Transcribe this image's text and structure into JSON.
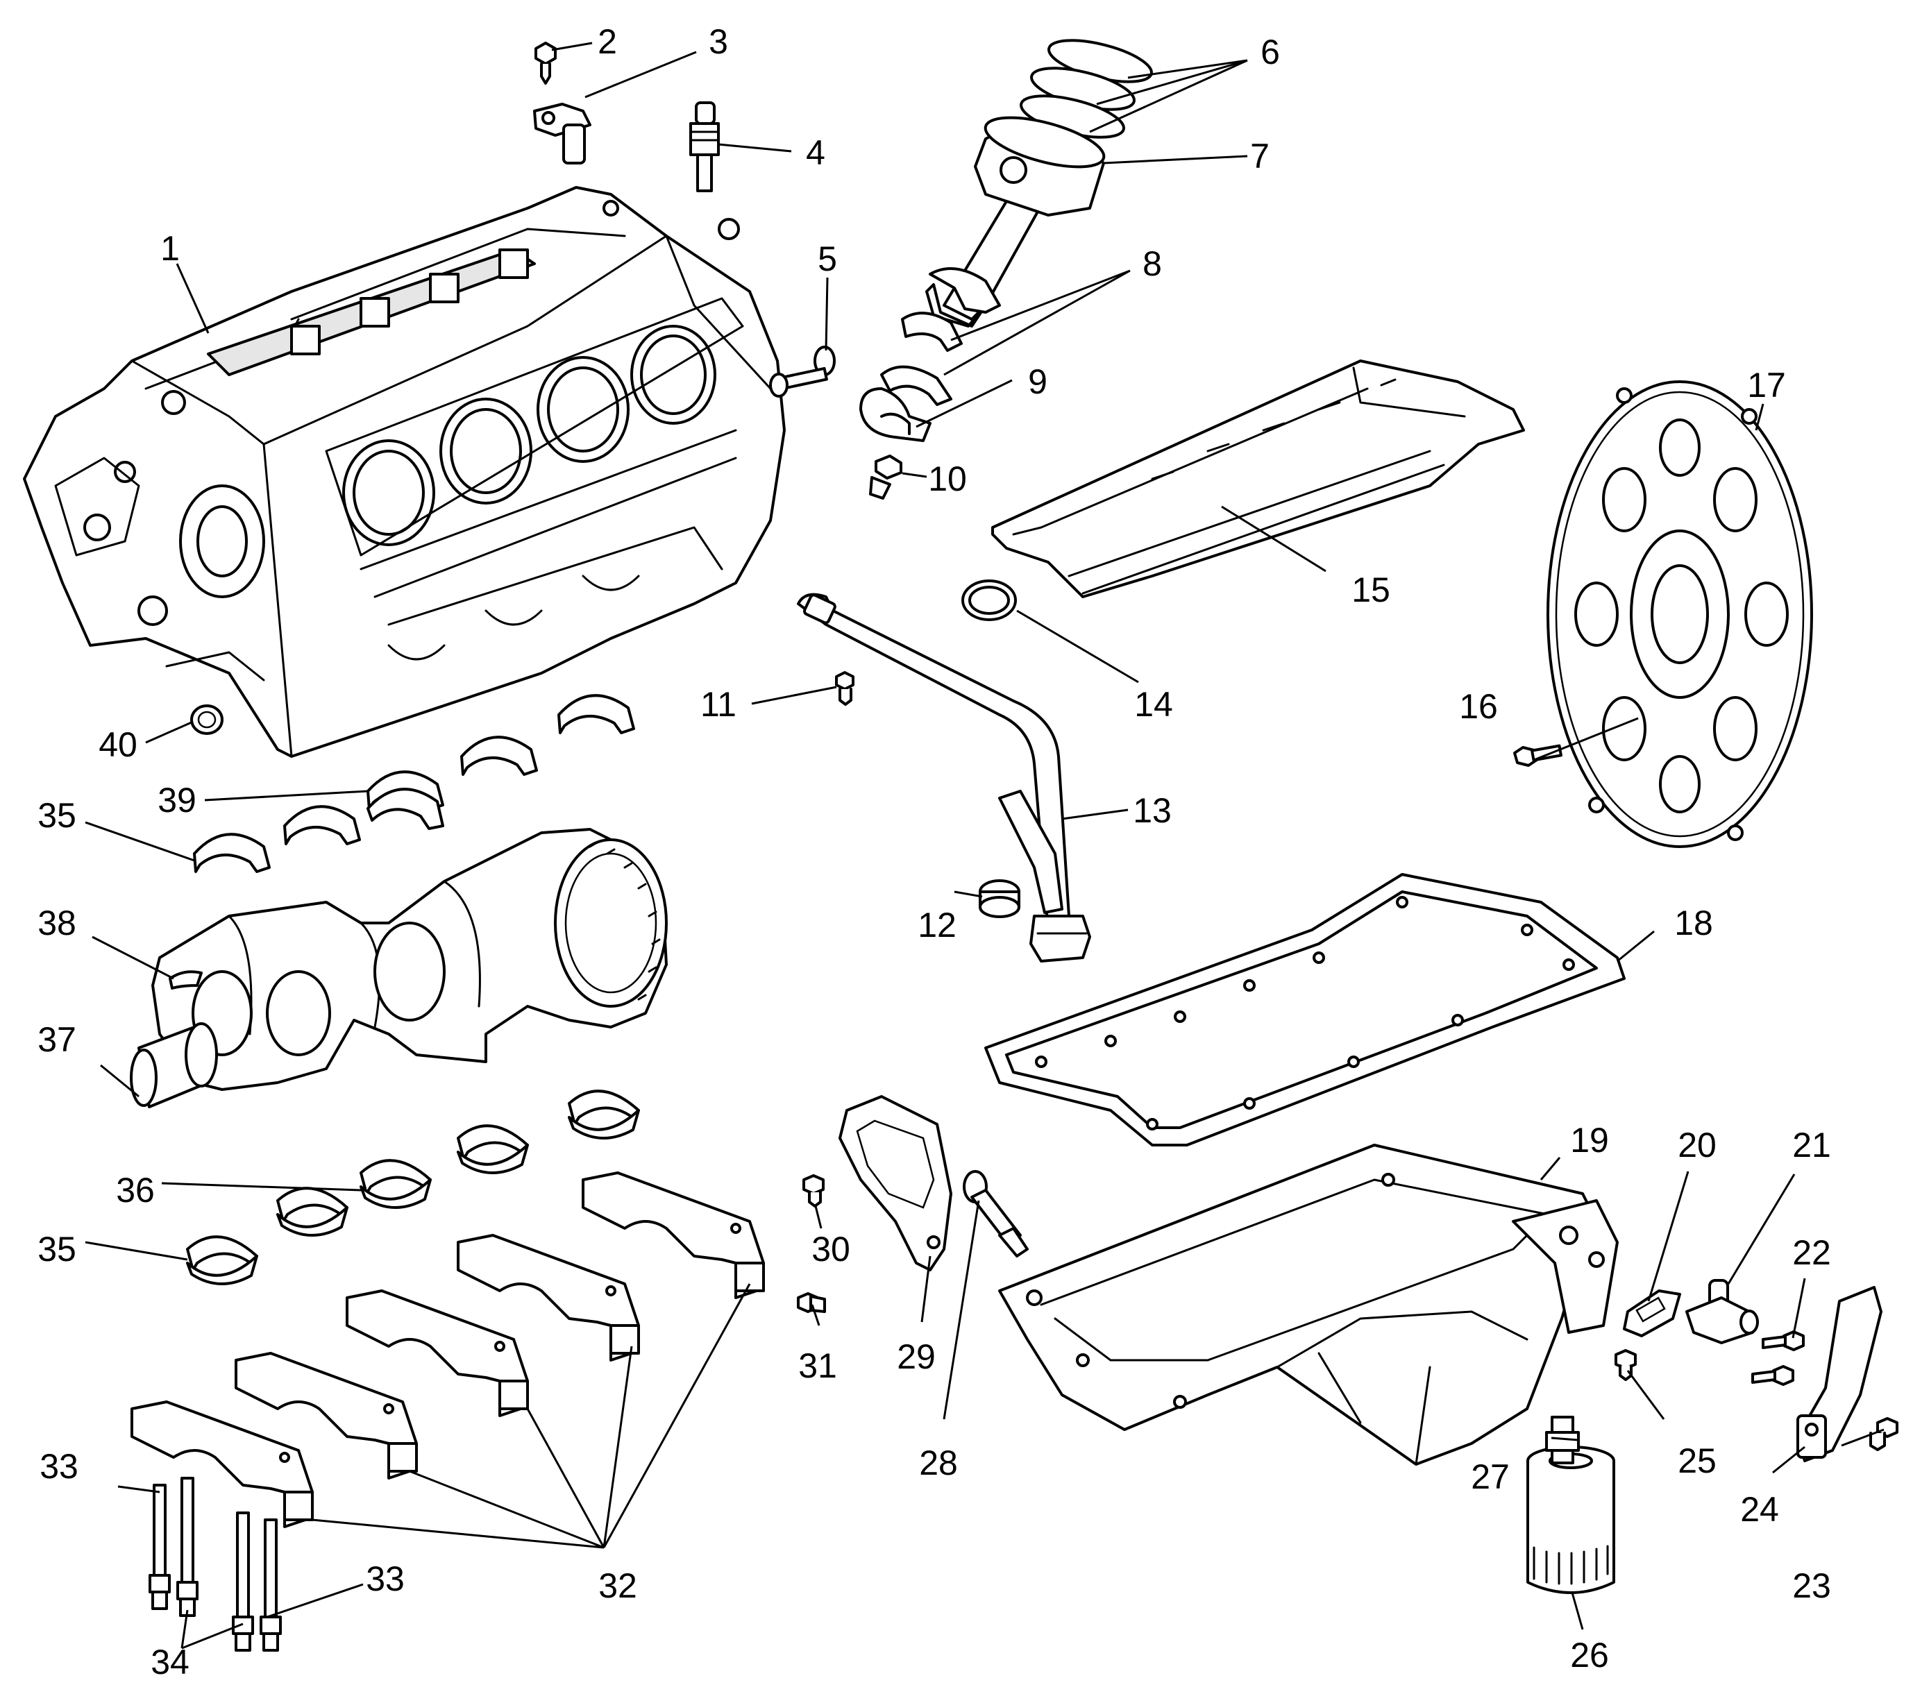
{
  "callouts": [
    {
      "id": "1",
      "text": "1"
    },
    {
      "id": "2",
      "text": "2"
    },
    {
      "id": "3",
      "text": "3"
    },
    {
      "id": "4",
      "text": "4"
    },
    {
      "id": "5",
      "text": "5"
    },
    {
      "id": "6",
      "text": "6"
    },
    {
      "id": "7",
      "text": "7"
    },
    {
      "id": "8",
      "text": "8"
    },
    {
      "id": "9",
      "text": "9"
    },
    {
      "id": "10",
      "text": "10"
    },
    {
      "id": "11",
      "text": "11"
    },
    {
      "id": "12",
      "text": "12"
    },
    {
      "id": "13",
      "text": "13"
    },
    {
      "id": "14",
      "text": "14"
    },
    {
      "id": "15",
      "text": "15"
    },
    {
      "id": "16",
      "text": "16"
    },
    {
      "id": "17",
      "text": "17"
    },
    {
      "id": "18",
      "text": "18"
    },
    {
      "id": "19",
      "text": "19"
    },
    {
      "id": "20",
      "text": "20"
    },
    {
      "id": "21",
      "text": "21"
    },
    {
      "id": "22",
      "text": "22"
    },
    {
      "id": "23",
      "text": "23"
    },
    {
      "id": "24",
      "text": "24"
    },
    {
      "id": "25",
      "text": "25"
    },
    {
      "id": "26",
      "text": "26"
    },
    {
      "id": "27",
      "text": "27"
    },
    {
      "id": "28",
      "text": "28"
    },
    {
      "id": "29",
      "text": "29"
    },
    {
      "id": "30",
      "text": "30"
    },
    {
      "id": "31",
      "text": "31"
    },
    {
      "id": "32",
      "text": "32"
    },
    {
      "id": "33a",
      "text": "33"
    },
    {
      "id": "33b",
      "text": "33"
    },
    {
      "id": "34",
      "text": "34"
    },
    {
      "id": "35a",
      "text": "35"
    },
    {
      "id": "35b",
      "text": "35"
    },
    {
      "id": "36",
      "text": "36"
    },
    {
      "id": "37",
      "text": "37"
    },
    {
      "id": "38",
      "text": "38"
    },
    {
      "id": "39",
      "text": "39"
    },
    {
      "id": "40",
      "text": "40"
    }
  ]
}
